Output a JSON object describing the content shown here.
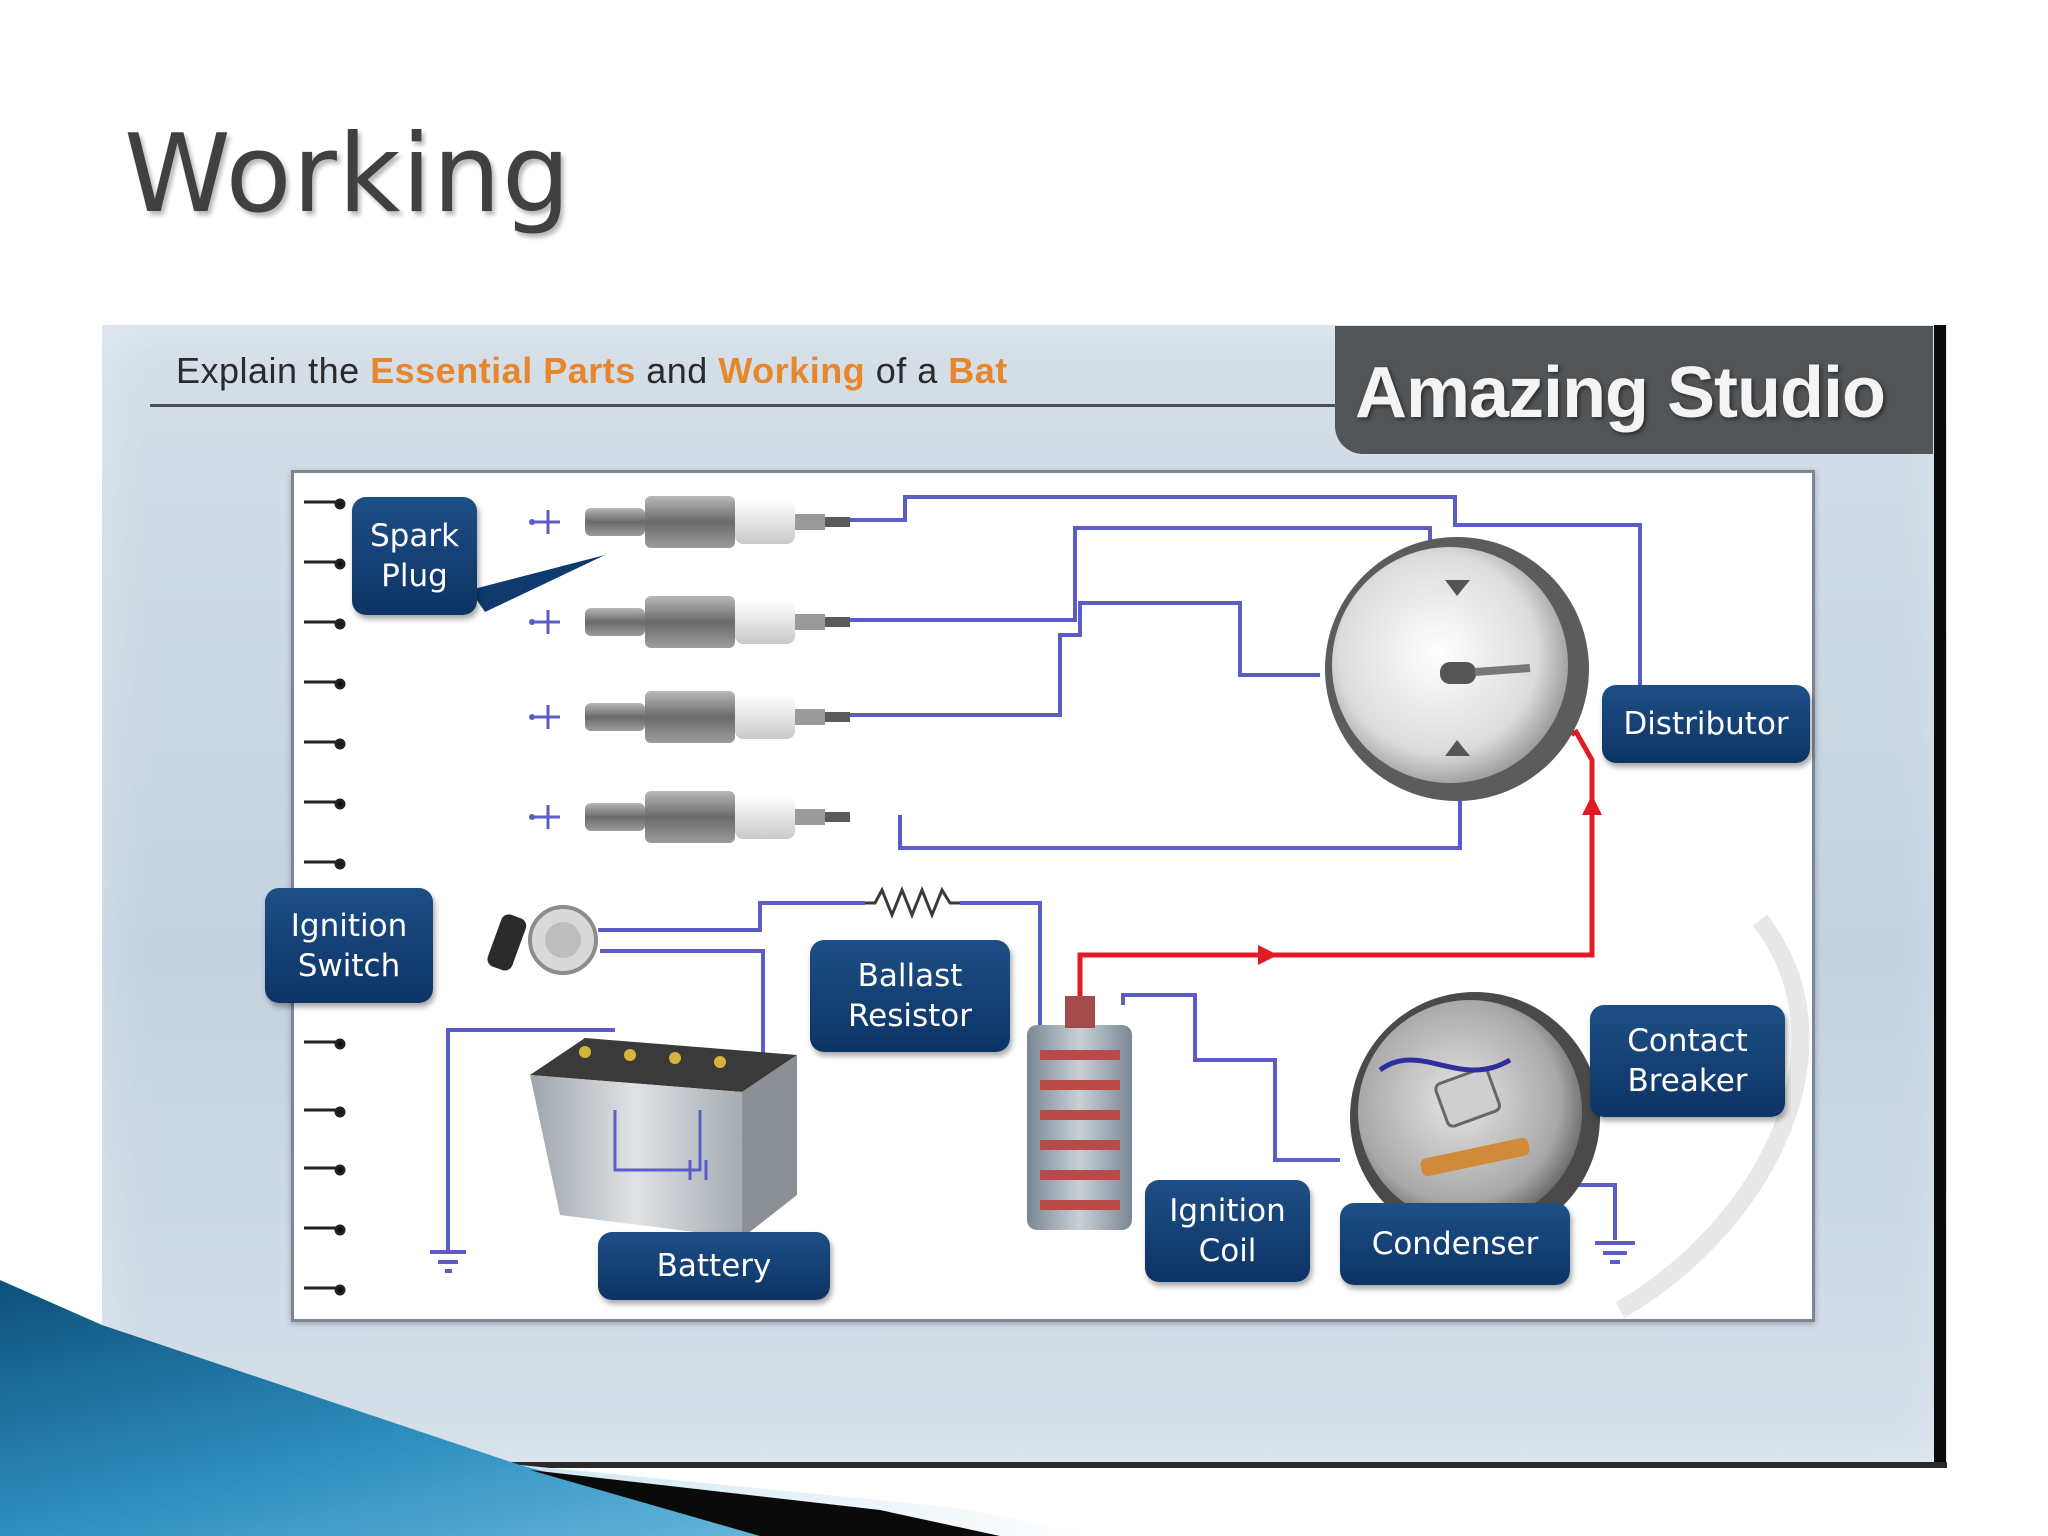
{
  "slide": {
    "title": "Working"
  },
  "video": {
    "heading_parts": [
      {
        "text": "Explain the ",
        "highlight": false
      },
      {
        "text": "Essential Parts",
        "highlight": true
      },
      {
        "text": " and ",
        "highlight": false
      },
      {
        "text": "Working",
        "highlight": true
      },
      {
        "text": " of a ",
        "highlight": false
      },
      {
        "text": "Bat",
        "highlight": true
      }
    ],
    "brand_watermark": "Amazing Studio"
  },
  "diagram": {
    "labels": {
      "spark_plug": "Spark\nPlug",
      "distributor": "Distributor",
      "ignition_switch": "Ignition\nSwitch",
      "ballast_resistor": "Ballast\nResistor",
      "contact_breaker": "Contact\nBreaker",
      "battery": "Battery",
      "ignition_coil": "Ignition\nCoil",
      "condenser": "Condenser"
    },
    "colors": {
      "low_tension_wire": "#5b5cc8",
      "high_tension_wire": "#e01b24",
      "callout_fill": "#0f3a6e",
      "heading_highlight": "#e7872d"
    }
  }
}
